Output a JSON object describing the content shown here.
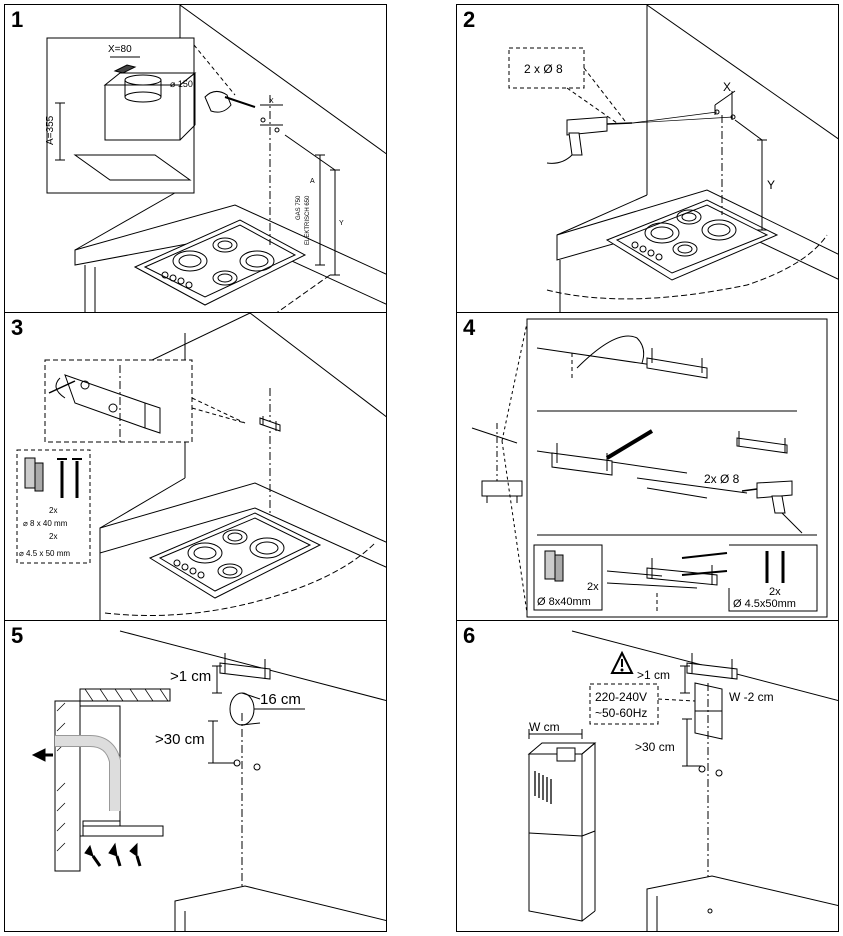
{
  "panels": [
    {
      "number": "1",
      "labels": {
        "x_width": "X=80",
        "duct": "⌀ 150",
        "a_dim": "A=355",
        "a_small": "A",
        "x_small": "X",
        "y_small": "Y",
        "gas": "GAS 750",
        "electric": "ELEKTRISCH 650"
      }
    },
    {
      "number": "2",
      "labels": {
        "drill": "2 x Ø 8",
        "x": "X",
        "y": "Y"
      }
    },
    {
      "number": "3",
      "labels": {
        "qty1": "2x",
        "size1": "⌀  8 x 40 mm",
        "qty2": "2x",
        "size2": "⌀  4.5 x 50 mm"
      }
    },
    {
      "number": "4",
      "labels": {
        "drill": "2x Ø 8",
        "qty1": "2x",
        "size1": "Ø 8x40mm",
        "qty2": "2x",
        "size2": "Ø 4.5x50mm"
      }
    },
    {
      "number": "5",
      "labels": {
        "gap_top": ">1 cm",
        "duct": "16 cm",
        "gap_side": ">30 cm"
      }
    },
    {
      "number": "6",
      "labels": {
        "gap_top": ">1 cm",
        "voltage": "220-240V",
        "freq": "~50-60Hz",
        "width_minus": "W -2 cm",
        "width": "W cm",
        "gap_side": ">30 cm"
      }
    }
  ]
}
